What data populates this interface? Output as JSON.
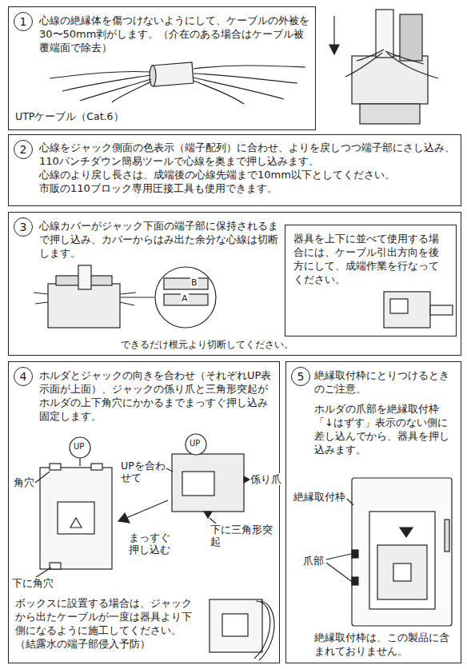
{
  "diagram": {
    "nodes": [
      {
        "text": [
          "心線の絶縁体を傷つけないようにして、ケーブルの外被を30〜50mm剥がします。（介在のある場合はケーブル被覆端面で除去）"
        ]
      },
      {
        "text": [
          "1"
        ],
        "in": 0
      },
      {
        "text": [
          "心線をジャック側面の色表示（端子配列）に合わせ、よりを戻しつつ端子部にさし込み、110パンチダウン簡易ツールで心線を奥まで押し込みます。",
          "心線のより戻し長さは、成端後の心線先端まで10mm以下としてください。",
          "市販の110ブロック専用圧接工具も使用できます。"
        ]
      },
      {
        "text": [
          "2"
        ],
        "in": 2
      },
      {
        "text": [
          "心線カバーがジャック下面の端子部に保持されるまで押し込み、カバーからはみ出た余分な心線は切断します。"
        ]
      },
      {
        "text": [
          "3"
        ],
        "in": 4
      },
      {
        "text": [
          "器具を上下に並べて使用する場合には、ケーブル引出方向を後方にして、成端作業を行なってください。"
        ],
        "in": 4
      },
      {
        "text": [
          "ホルダとジャックの向きを合わせ（それぞれUP表示面が上面）、ジャックの係り爪と三角形突起がホルダの上下角穴にかかるまでまっすぐ押し込み固定します。",
          "ボックスに設置する場合は、ジャックから出たケーブルが一度は器具より下側になるように施工してください。（結露水の端子部侵入予防）"
        ]
      },
      {
        "text": [
          "4"
        ],
        "in": 7
      },
      {
        "text": [
          "絶縁取付枠にとりつけるときのご注意。",
          "ホルダの爪部を絶縁取付枠「↓はずす」表示のない側に差し込んでから、器具を押し込みます。",
          "絶縁取付枠は、この製品に含まれておりません。"
        ]
      },
      {
        "text": [
          "5"
        ],
        "in": 9
      }
    ],
    "labels": [
      "UTPケーブル（Cat.6）",
      "B",
      "A",
      "できるだけ根元より切断してください。",
      "UP",
      "UPを合わせて",
      "角穴",
      "まっすぐ押し込む",
      "下に角穴",
      "UP",
      "係り爪",
      "下に三角形突起",
      "絶縁取付枠",
      "爪部"
    ]
  }
}
